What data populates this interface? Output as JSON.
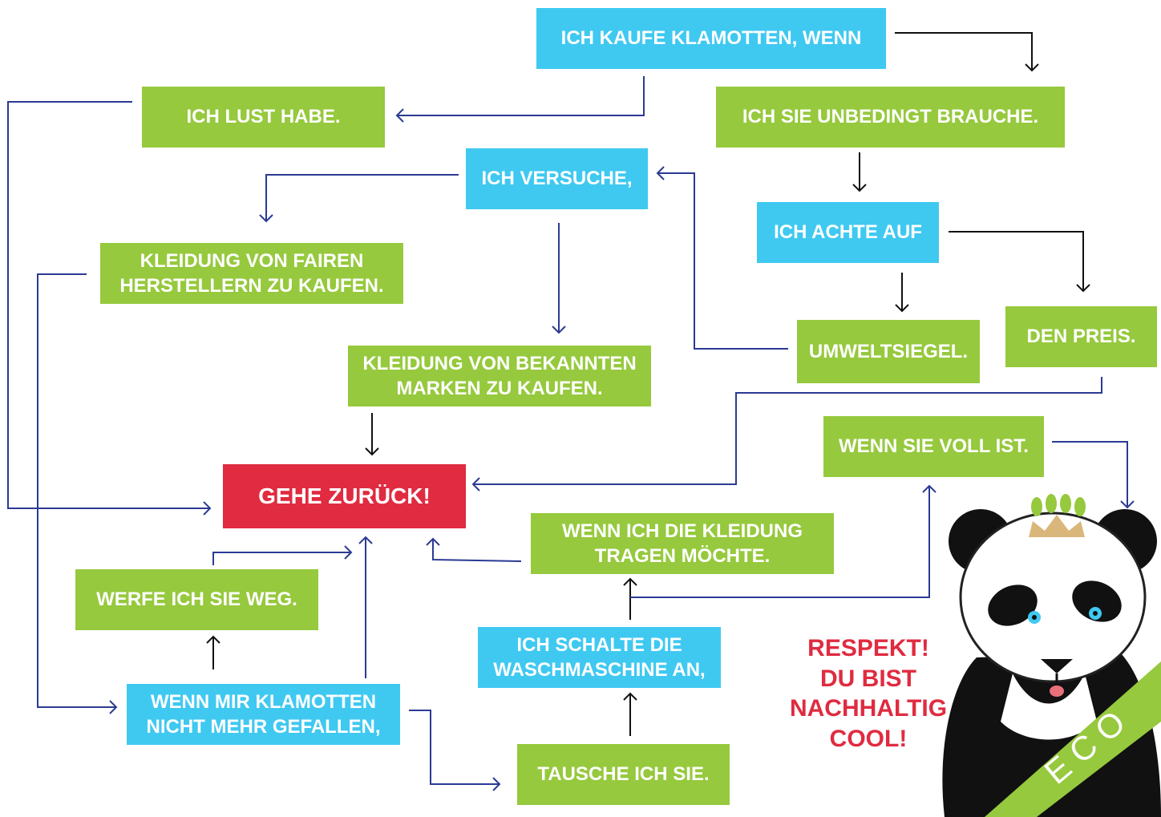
{
  "colors": {
    "blue": "#3fc9f1",
    "green": "#96c93d",
    "red": "#e02b40",
    "navy": "#2b3a93",
    "black": "#111111"
  },
  "boxes": {
    "kaufe": "ICH KAUFE KLAMOTTEN, WENN",
    "lust": "ICH LUST HABE.",
    "brauche": "ICH SIE UNBEDINGT BRAUCHE.",
    "versuche": "ICH VERSUCHE,",
    "achte": "ICH ACHTE AUF",
    "fairen": "KLEIDUNG VON FAIREN\nHERSTELLERN ZU KAUFEN.",
    "umweltsiegel": "UMWELTSIEGEL.",
    "preis": "DEN PREIS.",
    "bekannten": "KLEIDUNG VON BEKANNTEN\nMARKEN ZU KAUFEN.",
    "voll": "WENN SIE VOLL IST.",
    "zurueck": "GEHE ZURÜCK!",
    "tragen": "WENN ICH DIE KLEIDUNG\nTRAGEN MÖCHTE.",
    "werfe": "WERFE ICH SIE WEG.",
    "schalte": "ICH SCHALTE DIE\nWASCHMASCHINE AN,",
    "gefallen": "WENN MIR KLAMOTTEN\nNICHT MEHR GEFALLEN,",
    "tausche": "TAUSCHE ICH SIE."
  },
  "respekt": "RESPEKT!\nDU BIST\nNACHHALTIG\nCOOL!",
  "panda": {
    "sash_text": "ECO",
    "icon": "panda-with-crown-illustration"
  }
}
